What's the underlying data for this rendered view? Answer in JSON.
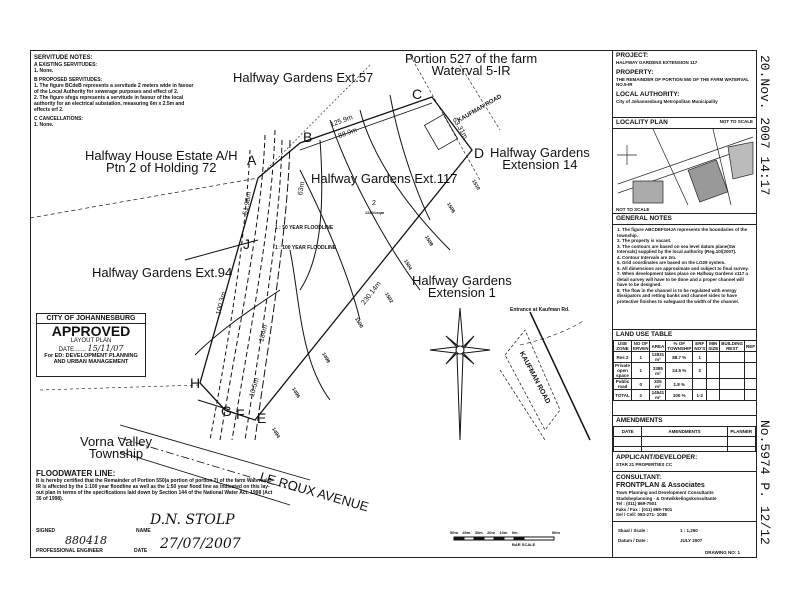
{
  "servitude_notes": {
    "title": "SERVITUDE NOTES:",
    "existing_title": "A  EXISTING SERVITUDES:",
    "existing_items": [
      "1. None."
    ],
    "proposed_title": "B  PROPOSED SERVITUDES:",
    "proposed_items": [
      "1. The figure BCdeB represents a servitude 2 meters wide in favour of the Local Authority for sewerage purposes and effect of 2.",
      "2. The figure sfsgs represents a servitude in favour of the local authority for an electrical substation, measuring 6m x 2.5m and effects erf 2."
    ],
    "cancellations_title": "C  CANCELLATIONS:",
    "cancellations_items": [
      "1. None."
    ]
  },
  "plan": {
    "labels": {
      "ext57": "Halfway Gardens Ext.57",
      "portion527": "Portion 527 of the farm\nWaterval 5-IR",
      "halfway_house": "Halfway House Estate A/H\nPtn 2 of Holding 72",
      "ext117": "Halfway Gardens Ext.117",
      "ext14": "Halfway Gardens\nExtension 14",
      "ext94": "Halfway Gardens Ext.94",
      "ext1": "Halfway Gardens\nExtension 1",
      "vorna": "Vorna Valley\nTownship",
      "le_roux": "LE ROUX AVENUE",
      "kaufman_top": "KAUFMAN ROAD",
      "kaufman_bottom": "KAUFMAN ROAD",
      "entrance": "Entrance at Kaufman Rd.",
      "floodline_50": "1 : 50 YEAR FLOODLINE",
      "floodline_100": "1 : 100 YEAR FLOODLINE",
      "erf": "2",
      "erf_area": "12831sqm"
    },
    "points": [
      "A",
      "B",
      "C",
      "D",
      "E",
      "F",
      "G",
      "H",
      "J"
    ],
    "dimensions": {
      "d1": "125.9m",
      "d2": "88.9m",
      "d3": "63m",
      "d4": "51.98m",
      "d5": "100.3m",
      "d6": "230.14m",
      "d7": "63.31m",
      "d8": "184m",
      "d9": "10.5m"
    },
    "contours": [
      "1510",
      "1506",
      "1508",
      "1504",
      "1502",
      "1500",
      "1498",
      "1496",
      "1494"
    ]
  },
  "stamp": {
    "city": "CITY OF JOHANNESBURG",
    "approved": "APPROVED",
    "layout": "LAYOUT PLAN",
    "date": "DATE.......",
    "date_value": "15/11/07",
    "for": "For ED: DEVELOPMENT PLANNING",
    "for2": "AND URBAN MANAGEMENT"
  },
  "floodwater": {
    "title": "FLOODWATER LINE:",
    "text": "It is hereby certified that the Remainder of Portion 550(a portion of portion 2) of the farm Waterval 5- IR is affected by the 1:100 year floodline as well as the 1:50 year flood line as indicated on this lay-out plan in terms of the specifications laid down by Section 144 of the National Water Act. 1998 (Act 36 of 1998).",
    "signed_label": "SIGNED",
    "name_label": "NAME",
    "name_value": "D.N. STOLP",
    "reg_value": "880418",
    "engineer_label": "PROFESSIONAL ENGINEER",
    "date_label": "DATE",
    "date_value": "27/07/2007"
  },
  "bar_scale": {
    "ticks": [
      "50m",
      "40m",
      "30m",
      "20m",
      "10m",
      "0m",
      "50m"
    ],
    "label": "BAR SCALE"
  },
  "panel": {
    "project_h": "PROJECT:",
    "project": "HALFWAY GARDENS EXTENSION 117",
    "property_h": "PROPERTY:",
    "property": "THE REMAINDER OF PORTION 550 OF THE FARM WATERVAL NO.5-IR",
    "authority_h": "LOCAL AUTHORITY:",
    "authority": "City of Johannesburg Metropolitan Municipality",
    "locality_h": "LOCALITY PLAN",
    "not_to_scale": "NOT TO SCALE",
    "not_to_scale2": "NOT TO SCALE",
    "general_h": "GENERAL NOTES",
    "general": [
      "1. The figure ABCDEFGHJA represents the boundaries of the township.",
      "2. The property is vacant.",
      "3. The contours are based on sea level datum plane(Sw Intervals) supplied by the local authority (Reg.10/(2007).",
      "4. Contour Intervals are 2m.",
      "5. Grid coordinates are based on the LO29 system.",
      "6. All dimensions are approximate and subject to final survey.",
      "7. When development takes place on Halfway Gardens x117 a detail survey will have to be done and a proper channel will have to be designed.",
      "8. The flow in the channel is to be regulated with energy dissipators and retting banks and channel sides to have protective finishes to safeguard the width of the channel."
    ],
    "land_use_h": "LAND USE TABLE",
    "land_use_headers": [
      "USE ZONE",
      "NO OF ERVEN",
      "AREA",
      "% OF TOWNSHIP",
      "ERF NO'S",
      "MIN SIZE",
      "BUILDING REST",
      "REF"
    ],
    "land_use_rows": [
      [
        "Res 2",
        "1",
        "12831 m²",
        "88.7 %",
        "1",
        "",
        "",
        ""
      ],
      [
        "Private open space",
        "1",
        "3385 m²",
        "24.5 %",
        "2",
        "",
        "",
        ""
      ],
      [
        "Public road",
        "0",
        "325 m²",
        "1.8 %",
        "",
        "",
        "",
        ""
      ],
      [
        "TOTAL",
        "2",
        "14541 m²",
        "100 %",
        "1-2",
        "",
        "",
        ""
      ]
    ],
    "amendments_h": "AMENDMENTS",
    "amend_headers": [
      "DATE",
      "AMENDMENTS",
      "PLANNER"
    ],
    "applicant_h": "APPLICANT/DEVELOPER:",
    "applicant": "STAR 21 PROPERTIES CC",
    "consultant_h": "CONSULTANT:",
    "consultant": "FRONTPLAN & Associates",
    "consultant_lines": [
      "Town Planning and Development Consultants",
      "Stadsbeplanning - & Ontwikkelingskonsultante",
      "Tel : (011) 869-7501",
      "Faks / Fax : (011) 869-7501",
      "Sel / Cell: 083-271- 1038"
    ],
    "scale_label": "Skaal / Scale :",
    "scale_value": "1 : 1,250",
    "date_label": "Datum / Date :",
    "date_value": "JULY 2007",
    "drawing_no": "DRAWING NO: 1"
  },
  "fax_header": {
    "top": "20.Nov. 2007 14:17",
    "bottom": "No.5974   P. 12/12"
  }
}
